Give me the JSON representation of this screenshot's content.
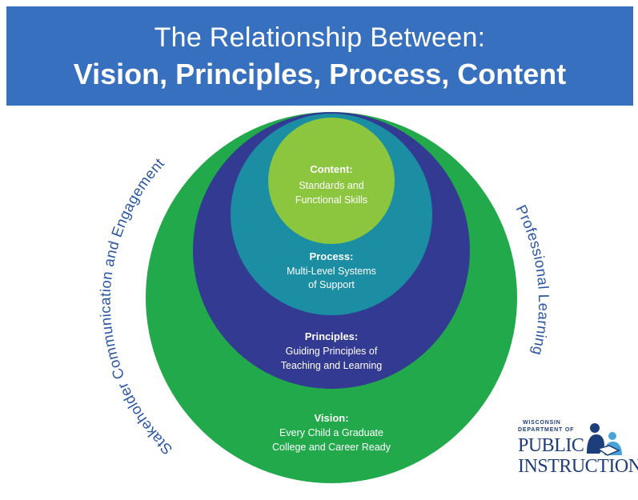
{
  "header": {
    "title_line1": "The Relationship Between:",
    "title_line2": "Vision, Principles, Process, Content"
  },
  "circles": {
    "vision": {
      "heading": "Vision:",
      "line1": "Every Child a Graduate",
      "line2": "College and Career Ready",
      "color": "#22a94b"
    },
    "principles": {
      "heading": "Principles:",
      "line1": "Guiding Principles of",
      "line2": "Teaching and Learning",
      "color": "#333a92"
    },
    "process": {
      "heading": "Process:",
      "line1": "Multi-Level Systems",
      "line2": "of Support",
      "color": "#1b8ea4"
    },
    "content": {
      "heading": "Content:",
      "line1": "Standards and",
      "line2": "Functional Skills",
      "color": "#8cc63e"
    }
  },
  "arc_labels": {
    "left": "Stakeholder Communication and Engagement",
    "right": "Professional Learning",
    "color": "#2a56a4"
  },
  "logo": {
    "line1": "WISCONSIN",
    "line2": "DEPARTMENT OF",
    "line3": "PUBLIC",
    "line4": "INSTRUCTION",
    "icon": "reading-family-icon"
  },
  "colors": {
    "header": "#3670bf",
    "logo_navy": "#1e3d7b",
    "logo_light_blue": "#4aa3d8"
  }
}
